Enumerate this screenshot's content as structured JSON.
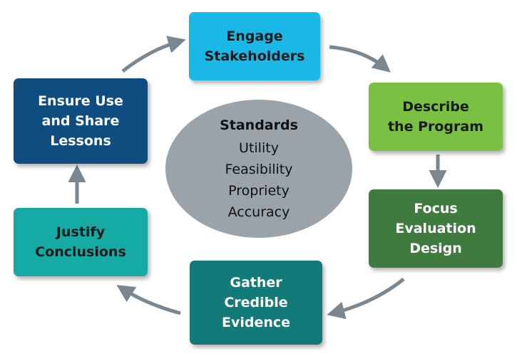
{
  "steps": {
    "engage": {
      "line1": "Engage",
      "line2": "Stakeholders",
      "color": "#1ab8e6"
    },
    "describe": {
      "line1": "Describe",
      "line2": "the Program",
      "color": "#7ac143"
    },
    "focus": {
      "line1": "Focus",
      "line2": "Evaluation",
      "line3": "Design",
      "color": "#3f7b3e"
    },
    "gather": {
      "line1": "Gather",
      "line2": "Credible",
      "line3": "Evidence",
      "color": "#127a78"
    },
    "justify": {
      "line1": "Justify",
      "line2": "Conclusions",
      "color": "#16aaa4"
    },
    "ensure": {
      "line1": "Ensure Use",
      "line2": "and Share",
      "line3": "Lessons",
      "color": "#0f4d80"
    }
  },
  "standards": {
    "title": "Standards",
    "items": [
      "Utility",
      "Feasibility",
      "Propriety",
      "Accuracy"
    ],
    "color": "#9aa3aa"
  },
  "arrow_color": "#7a8790"
}
